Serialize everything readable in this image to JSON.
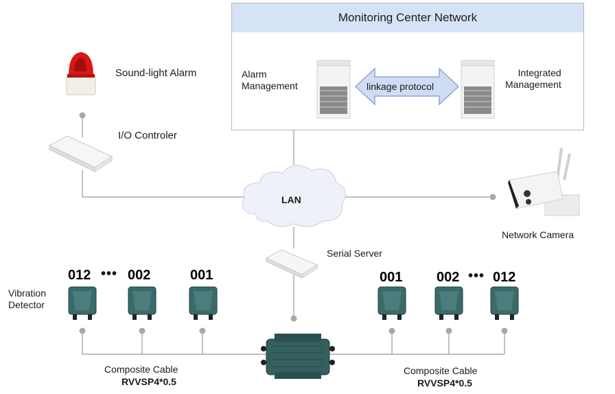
{
  "monitoring_center": {
    "title": "Monitoring Center Network",
    "alarm_management": "Alarm\nManagement",
    "integrated_management": "Integrated\nManagement",
    "linkage_protocol": "linkage protocol"
  },
  "devices": {
    "sound_light_alarm": "Sound-light Alarm",
    "io_controller": "I/O Controler",
    "lan": "LAN",
    "network_camera": "Network Camera",
    "serial_server": "Serial Server",
    "vibration_detector": "Vibration\nDetector"
  },
  "left_group": {
    "ids": [
      "012",
      "002",
      "001"
    ],
    "ellipsis": "•••",
    "cable_name": "Composite Cable",
    "cable_spec": "RVVSP4*0.5"
  },
  "right_group": {
    "ids": [
      "001",
      "002",
      "012"
    ],
    "ellipsis": "•••",
    "cable_name": "Composite Cable",
    "cable_spec": "RVVSP4*0.5"
  },
  "colors": {
    "line": "#9a9a9a",
    "header_bg": "#d6e2f6",
    "arrow_fill": "#cfdcf3",
    "arrow_stroke": "#8fa6cf",
    "detector": "#3b6a6a"
  }
}
